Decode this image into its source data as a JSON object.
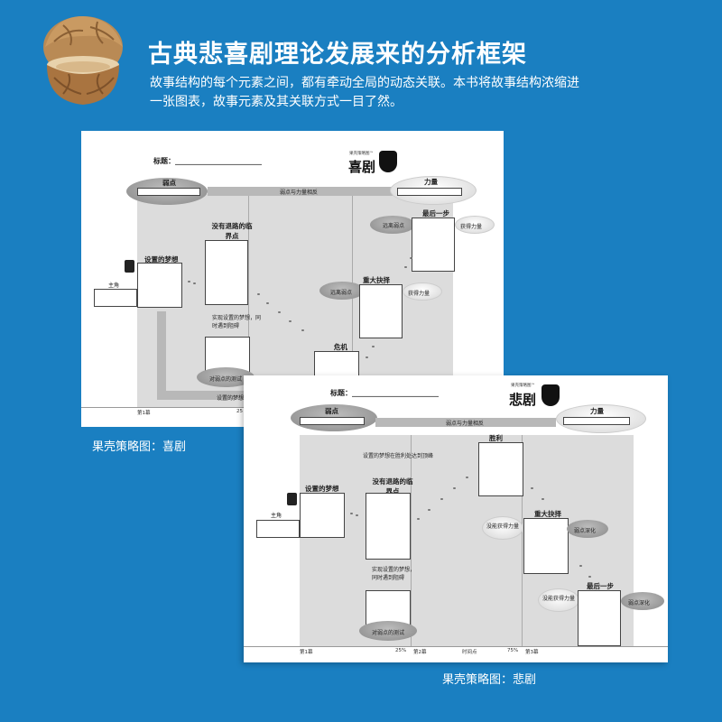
{
  "header": {
    "title": "古典悲喜剧理论发展来的分析框架",
    "subtitle": "故事结构的每个元素之间，都有牵动全局的动态关联。本书将故事结构浓缩进一张图表，故事元素及其关联方式一目了然。"
  },
  "comedy": {
    "caption": "果壳策略图：喜剧",
    "brand": "果壳策略图™",
    "type": "喜剧",
    "title_label": "标题：",
    "weakness": "弱点",
    "strength": "力量",
    "relation": "弱点与力量相反",
    "dream": "设置的梦想",
    "no_return": "没有退路的临界点",
    "last_step": "最后一步",
    "gain_power_1": "获得力量",
    "far_weakness_1": "远离弱点",
    "big_choice": "重大抉择",
    "far_weakness_2": "远离弱点",
    "gain_power_2": "获得力量",
    "crisis": "危机",
    "protagonist": "主角",
    "realize_dream": "实现设置的梦想，同时遇到阻碍",
    "weakness_test": "对弱点的测试",
    "dream_vs_crisis": "设置的梦想与危机",
    "act1": "第1幕",
    "pct": "25"
  },
  "tragedy": {
    "caption": "果壳策略图：悲剧",
    "brand": "果壳策略图™",
    "type": "悲剧",
    "title_label": "标题：",
    "weakness": "弱点",
    "strength": "力量",
    "relation": "弱点与力量相反",
    "dream_victory": "设置的梦想在胜利处达到顶峰",
    "victory": "胜利",
    "dream": "设置的梦想",
    "no_return": "没有退路的临界点",
    "big_choice": "重大抉择",
    "no_power_1": "没能获得力量",
    "deepen_1": "弱点深化",
    "last_step": "最后一步",
    "no_power_2": "没能获得力量",
    "deepen_2": "弱点深化",
    "protagonist": "主角",
    "realize_dream": "实现设置的梦想，同时遇到阻碍",
    "weakness_test": "对弱点的测试",
    "act1": "第1幕",
    "p25": "25%",
    "act2": "第2幕",
    "mid": "时间点",
    "p75": "75%",
    "act3": "第3幕"
  },
  "colors": {
    "background": "#1a7fc1"
  }
}
